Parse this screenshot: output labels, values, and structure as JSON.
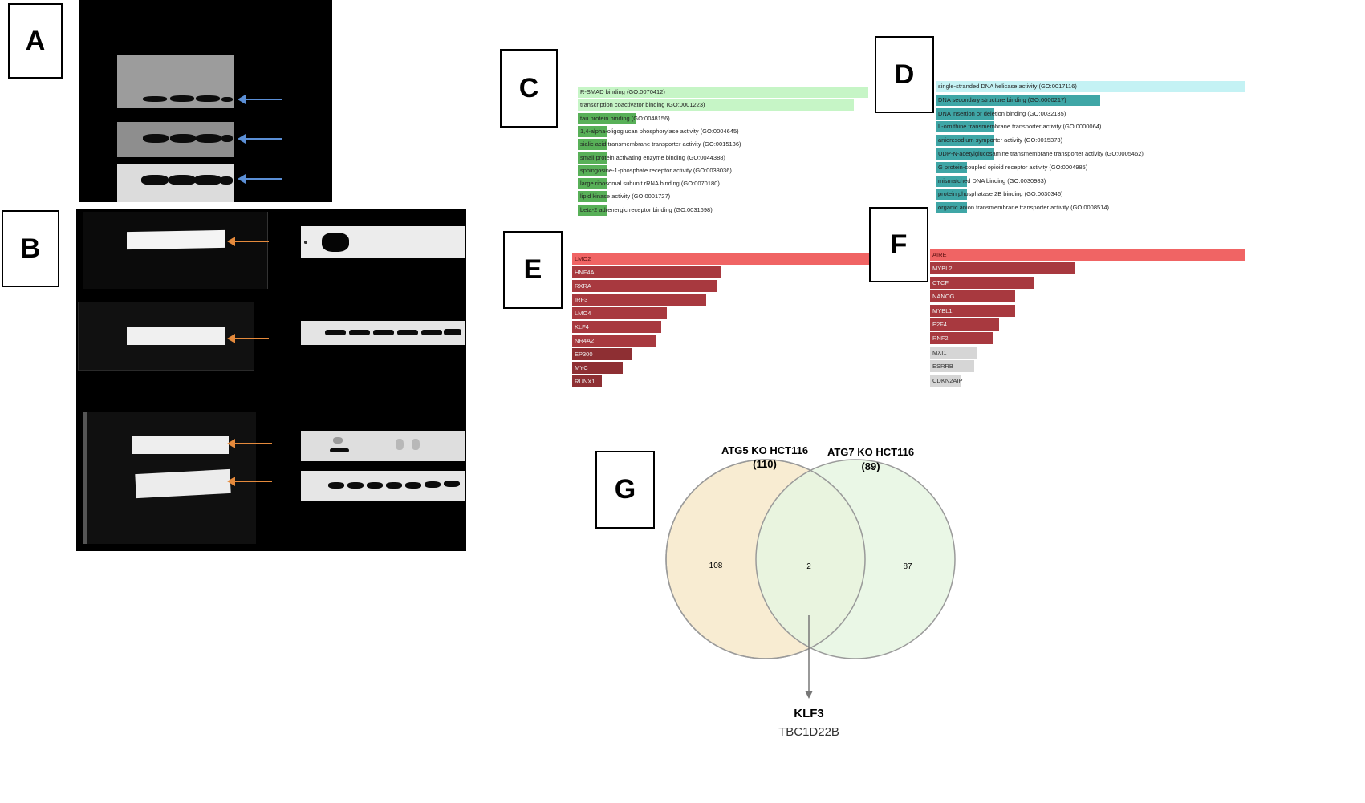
{
  "panel_labels": {
    "a": "A",
    "b": "B",
    "c": "C",
    "d": "D",
    "e": "E",
    "f": "F",
    "g": "G"
  },
  "panel_c": {
    "color": "#5fbf5f",
    "items": [
      {
        "label": "R-SMAD binding (GO:0070412)",
        "value": 1.0,
        "color": "#c6f5c6"
      },
      {
        "label": "transcription coactivator binding (GO:0001223)",
        "value": 0.95,
        "color": "#c6f5c6"
      },
      {
        "label": "tau protein binding (GO:0048156)",
        "value": 0.2,
        "color": "#58b058"
      },
      {
        "label": "1,4-alpha-oligoglucan phosphorylase activity (GO:0004645)",
        "value": 0.1,
        "color": "#58b058"
      },
      {
        "label": "sialic acid transmembrane transporter activity (GO:0015136)",
        "value": 0.1,
        "color": "#58b058"
      },
      {
        "label": "small protein activating enzyme binding (GO:0044388)",
        "value": 0.1,
        "color": "#58b058"
      },
      {
        "label": "sphingosine-1-phosphate receptor activity (GO:0038036)",
        "value": 0.1,
        "color": "#58b058"
      },
      {
        "label": "large ribosomal subunit rRNA binding (GO:0070180)",
        "value": 0.1,
        "color": "#58b058"
      },
      {
        "label": "lipid kinase activity (GO:0001727)",
        "value": 0.1,
        "color": "#58b058"
      },
      {
        "label": "beta-2 adrenergic receptor binding (GO:0031698)",
        "value": 0.1,
        "color": "#58b058"
      }
    ]
  },
  "panel_d": {
    "items": [
      {
        "label": "single-stranded DNA helicase activity (GO:0017116)",
        "value": 1.0,
        "color": "#c4f2f4"
      },
      {
        "label": "DNA secondary structure binding (GO:0000217)",
        "value": 0.53,
        "color": "#3fa6a6"
      },
      {
        "label": "DNA insertion or deletion binding (GO:0032135)",
        "value": 0.19,
        "color": "#3fa6a6"
      },
      {
        "label": "L-ornithine transmembrane transporter activity (GO:0000064)",
        "value": 0.19,
        "color": "#3fa6a6"
      },
      {
        "label": "anion:sodium symporter activity (GO:0015373)",
        "value": 0.19,
        "color": "#3fa6a6"
      },
      {
        "label": "UDP-N-acetylglucosamine transmembrane transporter activity (GO:0005462)",
        "value": 0.19,
        "color": "#3fa6a6"
      },
      {
        "label": "G protein-coupled opioid receptor activity (GO:0004985)",
        "value": 0.1,
        "color": "#3fa6a6"
      },
      {
        "label": "mismatched DNA binding (GO:0030983)",
        "value": 0.1,
        "color": "#3fa6a6"
      },
      {
        "label": "protein phosphatase 2B binding (GO:0030346)",
        "value": 0.1,
        "color": "#3fa6a6"
      },
      {
        "label": "organic anion transmembrane transporter activity (GO:0008514)",
        "value": 0.1,
        "color": "#3fa6a6"
      }
    ]
  },
  "panel_e": {
    "items": [
      {
        "label": "LMO2",
        "value": 1.0,
        "color": "#f06464"
      },
      {
        "label": "HNF4A",
        "value": 0.5,
        "color": "#a8393f"
      },
      {
        "label": "RXRA",
        "value": 0.49,
        "color": "#a8393f"
      },
      {
        "label": "IRF3",
        "value": 0.45,
        "color": "#a8393f"
      },
      {
        "label": "LMO4",
        "value": 0.32,
        "color": "#a8393f"
      },
      {
        "label": "KLF4",
        "value": 0.3,
        "color": "#a8393f"
      },
      {
        "label": "NR4A2",
        "value": 0.28,
        "color": "#a8393f"
      },
      {
        "label": "EP300",
        "value": 0.2,
        "color": "#8e2f33"
      },
      {
        "label": "MYC",
        "value": 0.17,
        "color": "#8e2f33"
      },
      {
        "label": "RUNX1",
        "value": 0.1,
        "color": "#8e2f33"
      }
    ]
  },
  "panel_f": {
    "items": [
      {
        "label": "AIRE",
        "value": 1.0,
        "color": "#f06464"
      },
      {
        "label": "MYBL2",
        "value": 0.46,
        "color": "#a8393f"
      },
      {
        "label": "CTCF",
        "value": 0.33,
        "color": "#a8393f"
      },
      {
        "label": "NANOG",
        "value": 0.27,
        "color": "#a8393f"
      },
      {
        "label": "MYBL1",
        "value": 0.27,
        "color": "#a8393f"
      },
      {
        "label": "E2F4",
        "value": 0.22,
        "color": "#a8393f"
      },
      {
        "label": "RNF2",
        "value": 0.2,
        "color": "#a8393f"
      },
      {
        "label": "MXI1",
        "value": 0.15,
        "color": "#d6d6d6"
      },
      {
        "label": "ESRRB",
        "value": 0.14,
        "color": "#d6d6d6"
      },
      {
        "label": "CDKN2AIP",
        "value": 0.1,
        "color": "#d6d6d6"
      }
    ]
  },
  "venn": {
    "set1_title": "ATG5 KO HCT116",
    "set1_count": "(110)",
    "set2_title": "ATG7 KO HCT116",
    "set2_count": "(89)",
    "only1": "108",
    "both": "2",
    "only2": "87",
    "gene1": "KLF3",
    "gene2": "TBC1D22B",
    "color1": "#f8ecd2",
    "color2": "#e6f6e2"
  }
}
